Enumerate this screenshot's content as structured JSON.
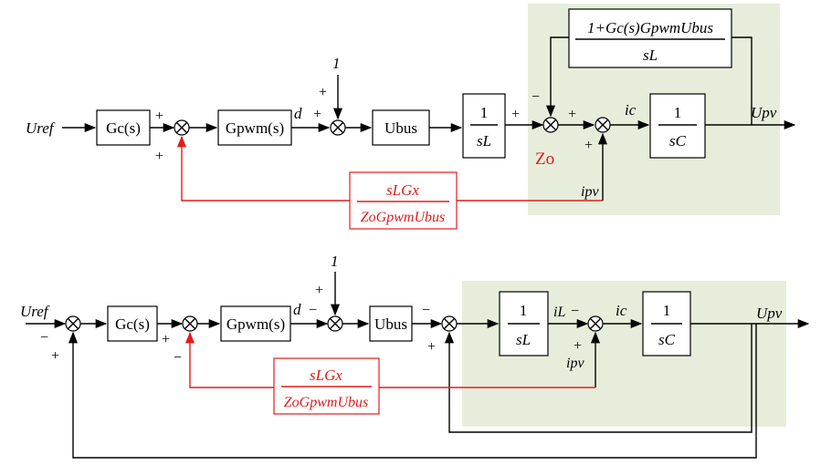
{
  "colors": {
    "highlight_region": "#e6eedb",
    "feedback_red": "#e31b1b",
    "line_black": "#000000"
  },
  "top": {
    "input_label": "Uref",
    "gc_block": "Gc(s)",
    "gpwm_block": "Gpwm(s)",
    "d_label": "d",
    "disturbance": "1",
    "ubus_block": "Ubus",
    "inductor_num": "1",
    "inductor_den": "sL",
    "feedback_num": "1+Gc(s)GpwmUbus",
    "feedback_den": "sL",
    "zo_label": "Zo",
    "ic_label": "ic",
    "cap_num": "1",
    "cap_den": "sC",
    "output_label": "Upv",
    "ipv_label": "ipv",
    "comp_num": "sLGx",
    "comp_den": "ZoGpwmUbus"
  },
  "bottom": {
    "input_label": "Uref",
    "gc_block": "Gc(s)",
    "gpwm_block": "Gpwm(s)",
    "d_label": "d",
    "disturbance": "1",
    "ubus_block": "Ubus",
    "inductor_num": "1",
    "inductor_den": "sL",
    "il_label": "iL",
    "ic_label": "ic",
    "ipv_label": "ipv",
    "cap_num": "1",
    "cap_den": "sC",
    "output_label": "Upv",
    "comp_num": "sLGx",
    "comp_den": "ZoGpwmUbus"
  }
}
